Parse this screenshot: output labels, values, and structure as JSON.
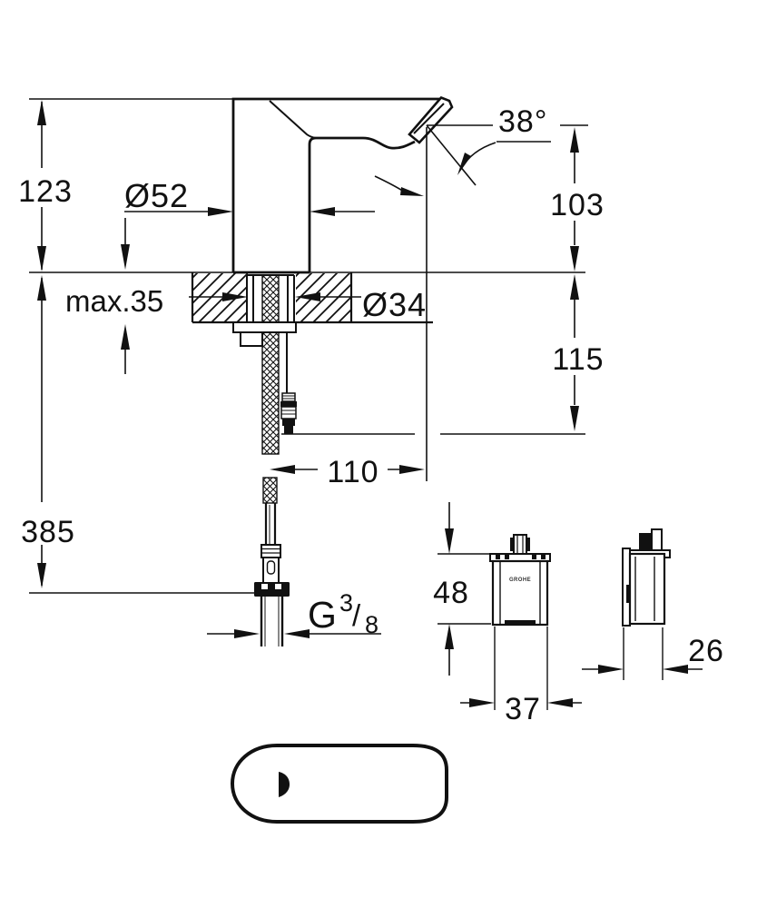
{
  "labels": {
    "overall_height": "123",
    "body_diameter": "Ø52",
    "spout_angle": "38°",
    "spout_height": "103",
    "max_deck": "max.35",
    "hole_diameter": "Ø34",
    "below_deck_depth": "115",
    "total_height": "385",
    "spout_reach": "110",
    "box_height": "48",
    "box_width": "37",
    "box_depth": "26",
    "thread_g": "G",
    "thread_numerator": "3",
    "thread_slash": "/",
    "thread_denominator": "8",
    "brand_logo": "GROHE"
  },
  "colors": {
    "ink": "#111111",
    "paper": "#ffffff"
  }
}
